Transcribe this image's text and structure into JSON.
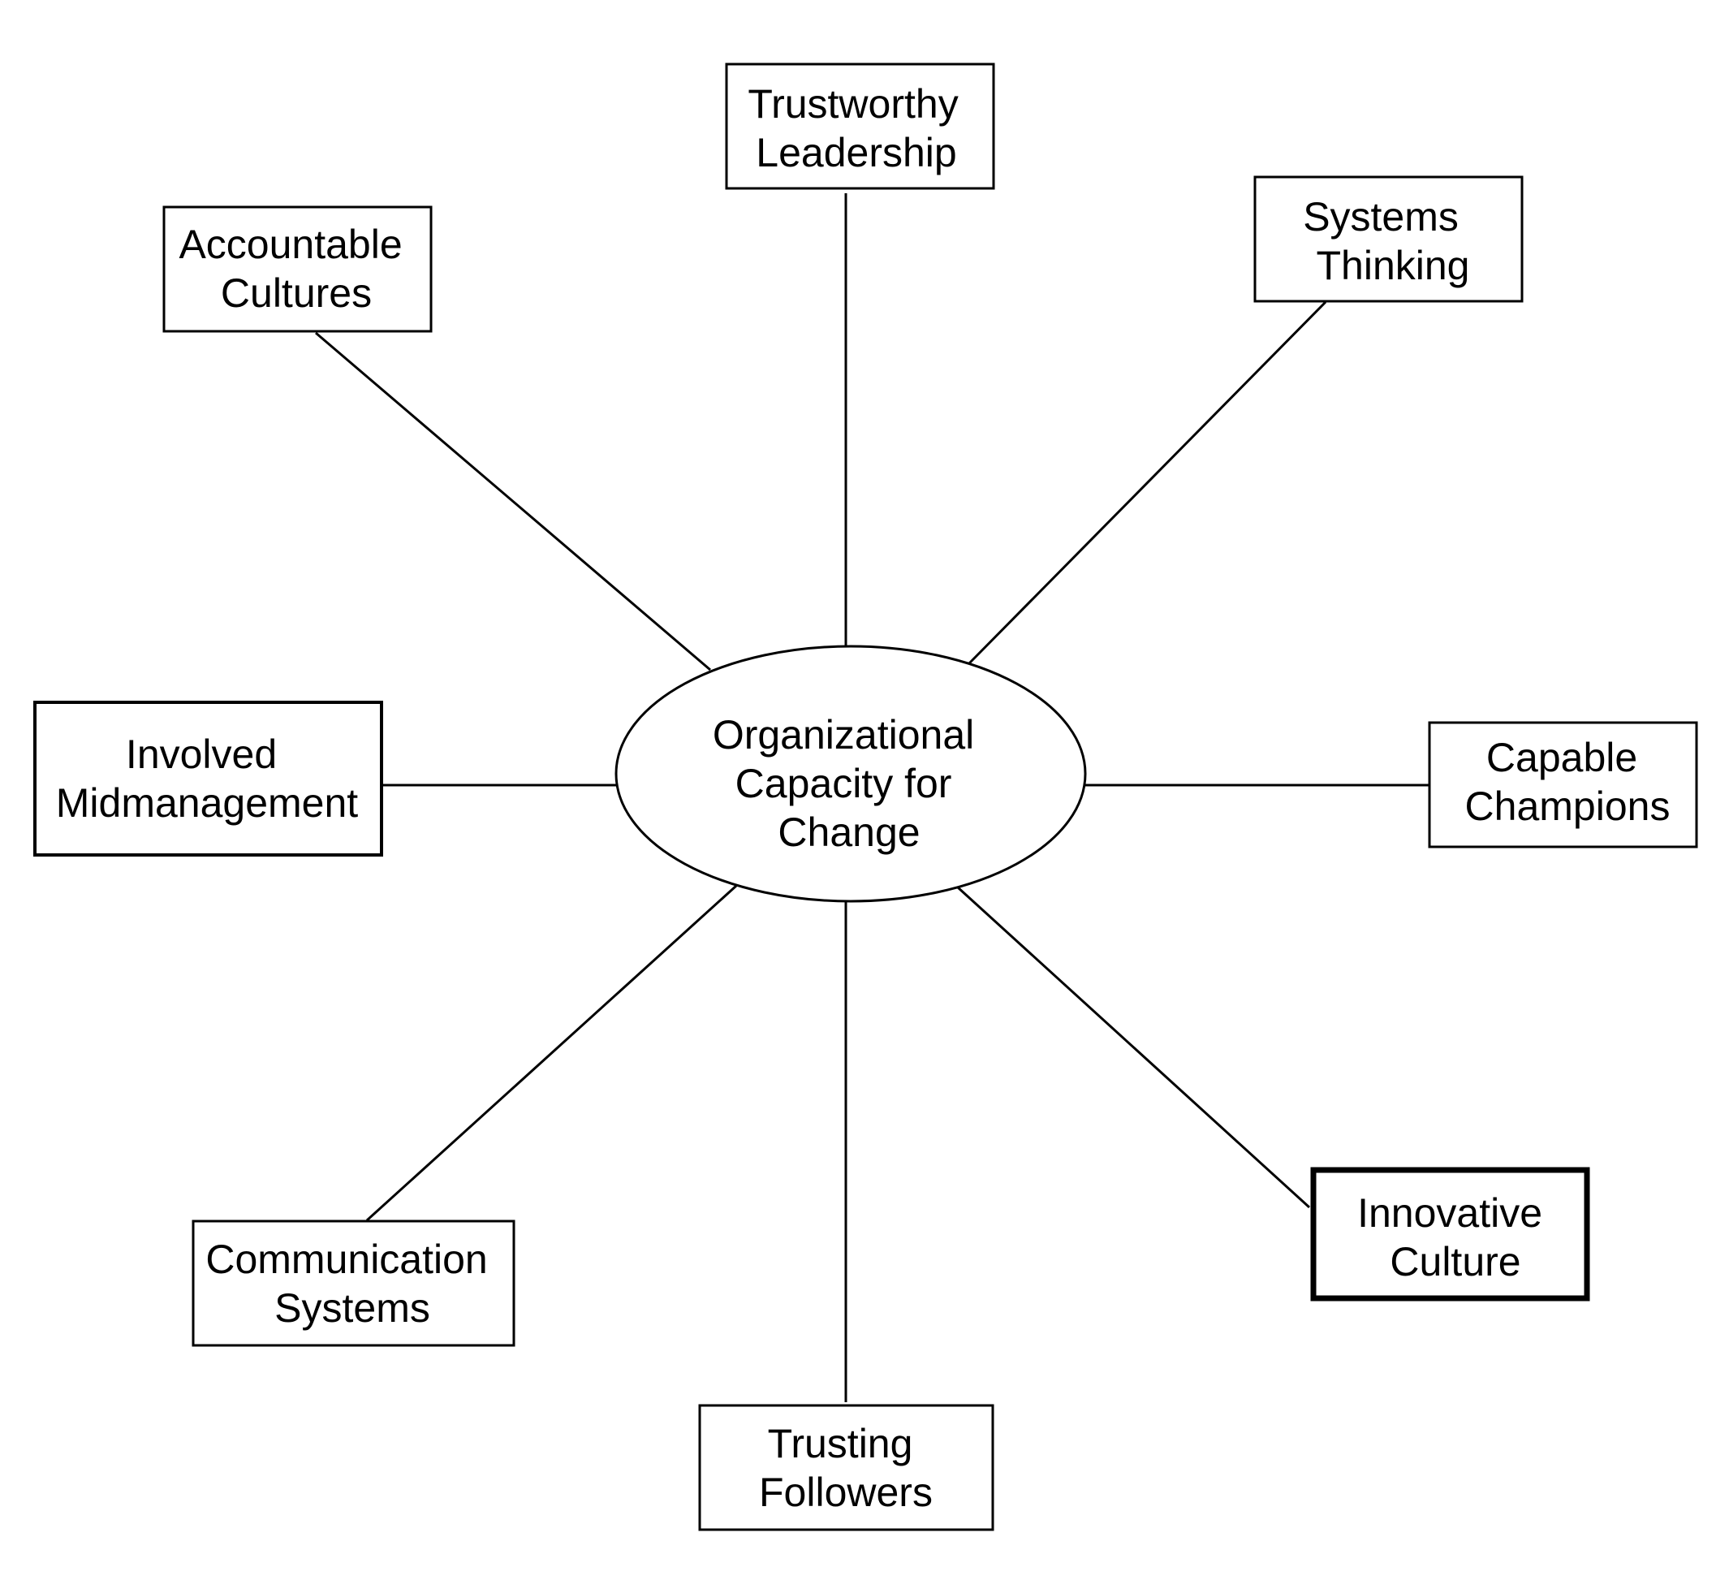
{
  "diagram": {
    "center": {
      "lines": [
        "Organizational",
        "Capacity for",
        "Change"
      ]
    },
    "nodes": [
      {
        "id": "trustworthy-leadership",
        "lines": [
          "Trustworthy",
          "Leadership"
        ],
        "emphasis": "normal"
      },
      {
        "id": "systems-thinking",
        "lines": [
          "Systems",
          "Thinking"
        ],
        "emphasis": "normal"
      },
      {
        "id": "capable-champions",
        "lines": [
          "Capable",
          "Champions"
        ],
        "emphasis": "normal"
      },
      {
        "id": "innovative-culture",
        "lines": [
          "Innovative",
          "Culture"
        ],
        "emphasis": "heavy"
      },
      {
        "id": "trusting-followers",
        "lines": [
          "Trusting",
          "Followers"
        ],
        "emphasis": "normal"
      },
      {
        "id": "communication-systems",
        "lines": [
          "Communication",
          "Systems"
        ],
        "emphasis": "normal"
      },
      {
        "id": "involved-midmanagement",
        "lines": [
          "Involved",
          "Midmanagement"
        ],
        "emphasis": "medium"
      },
      {
        "id": "accountable-cultures",
        "lines": [
          "Accountable",
          "Cultures"
        ],
        "emphasis": "normal"
      }
    ],
    "colors": {
      "stroke": "#000000",
      "background": "#ffffff",
      "text": "#000000"
    }
  }
}
